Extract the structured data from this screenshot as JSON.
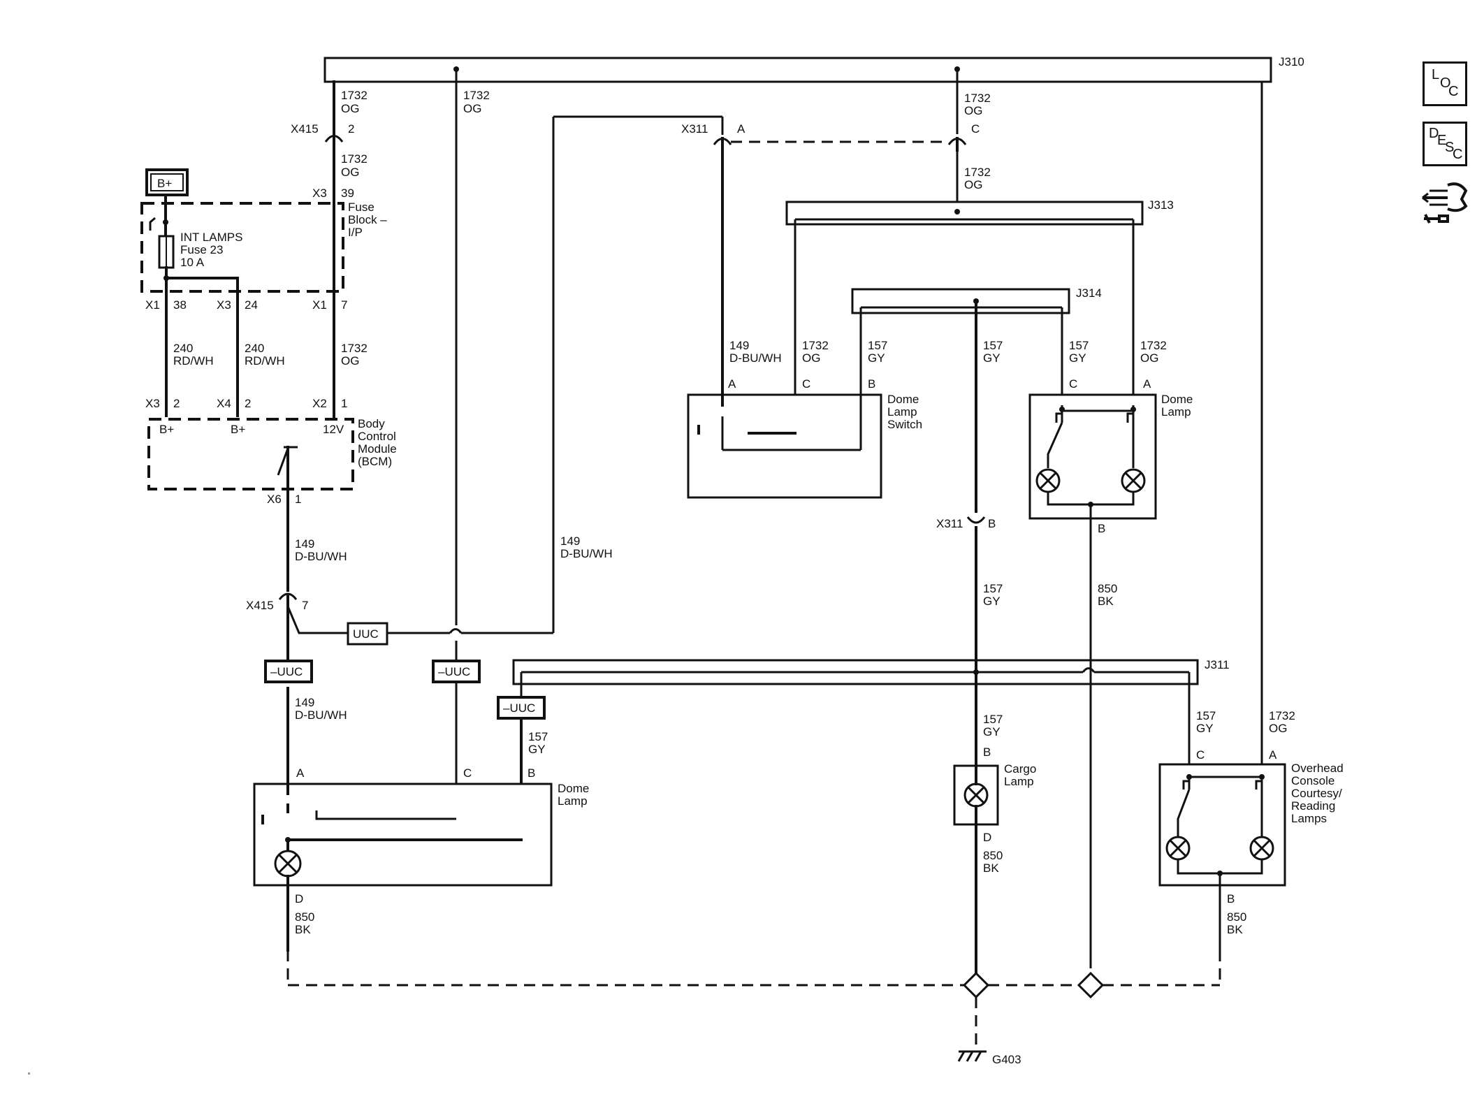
{
  "splices": {
    "j310": "J310",
    "j313": "J313",
    "j314": "J314",
    "j311": "J311"
  },
  "wires": {
    "og_num": "1732",
    "og_col": "OG",
    "rdwh_num": "240",
    "rdwh_col": "RD/WH",
    "buwh_num": "149",
    "buwh_col": "D-BU/WH",
    "gy_num": "157",
    "gy_col": "GY",
    "bk_num": "850",
    "bk_col": "BK"
  },
  "connectors": {
    "x415": "X415",
    "x311": "X311",
    "x3": "X3",
    "x1": "X1",
    "x4": "X4",
    "x2": "X2",
    "x6": "X6"
  },
  "pins": {
    "p2": "2",
    "p39": "39",
    "p38": "38",
    "p24": "24",
    "p7": "7",
    "p1": "1",
    "A": "A",
    "B": "B",
    "C": "C",
    "D": "D"
  },
  "components": {
    "battery": "B+",
    "fuse_line1": "INT LAMPS",
    "fuse_line2": "Fuse 23",
    "fuse_line3": "10 A",
    "fuseblock_line1": "Fuse",
    "fuseblock_line2": "Block –",
    "fuseblock_line3": "I/P",
    "bcm_line1": "Body",
    "bcm_line2": "Control",
    "bcm_line3": "Module",
    "bcm_line4": "(BCM)",
    "bplus": "B+",
    "v12": "12V",
    "uuc": "UUC",
    "neg_uuc": "–UUC",
    "dome_sw_line1": "Dome",
    "dome_sw_line2": "Lamp",
    "dome_sw_line3": "Switch",
    "dome_lamp_line1": "Dome",
    "dome_lamp_line2": "Lamp",
    "cargo_line1": "Cargo",
    "cargo_line2": "Lamp",
    "oh_line1": "Overhead",
    "oh_line2": "Console",
    "oh_line3": "Courtesy/",
    "oh_line4": "Reading",
    "oh_line5": "Lamps",
    "ground": "G403"
  },
  "nav": [
    {
      "name": "loc",
      "l1": "L",
      "l2": "O",
      "l3": "C"
    },
    {
      "name": "desc",
      "l1": "D",
      "l2": "E",
      "l3": "S",
      "l4": "C"
    }
  ]
}
